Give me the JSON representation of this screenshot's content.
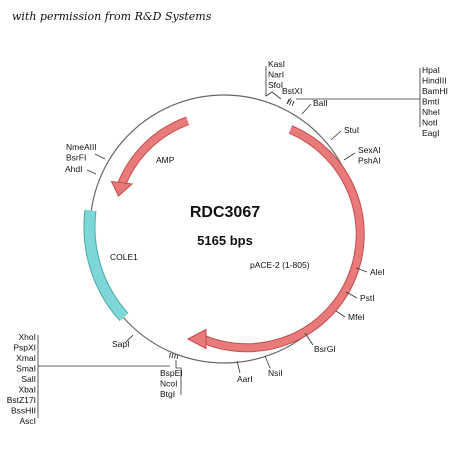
{
  "credit": "with permission from R&D Systems",
  "plasmid": {
    "name": "RDC3067",
    "size_label": "5165 bps"
  },
  "colors": {
    "promoter_arrow": "#e87a7a",
    "promoter_stroke": "#c54b4b",
    "ori": "#7fd6d6",
    "ori_stroke": "#4aa9a9",
    "backbone": "#666666"
  },
  "features": {
    "amp": "AMP",
    "cole1": "COLE1",
    "pace": "pACE-2 (1-805)"
  },
  "site_groups": [
    {
      "id": "top",
      "names": [
        "KasI",
        "NarI",
        "SfoI"
      ]
    },
    {
      "id": "bstxi",
      "names": [
        "BstXI"
      ]
    },
    {
      "id": "mcs-top",
      "names": [
        "HpaI",
        "HindIII",
        "BamHI",
        "BmtI",
        "NheI",
        "NotI",
        "EagI"
      ]
    },
    {
      "id": "ball",
      "names": [
        "BalI"
      ]
    },
    {
      "id": "stui",
      "names": [
        "StuI"
      ]
    },
    {
      "id": "sexai",
      "names": [
        "SexAI",
        "PshAI"
      ]
    },
    {
      "id": "alei",
      "names": [
        "AleI"
      ]
    },
    {
      "id": "psti",
      "names": [
        "PstI"
      ]
    },
    {
      "id": "mfei",
      "names": [
        "MfeI"
      ]
    },
    {
      "id": "bsrgi",
      "names": [
        "BsrGI"
      ]
    },
    {
      "id": "nsii",
      "names": [
        "NsiI"
      ]
    },
    {
      "id": "aari",
      "names": [
        "AarI"
      ]
    },
    {
      "id": "bottom",
      "names": [
        "BspEI",
        "NcoI",
        "BtgI"
      ]
    },
    {
      "id": "mcs-bottom",
      "names": [
        "XhoI",
        "PspXI",
        "XmaI",
        "SmaI",
        "SalI",
        "XbaI",
        "BstZ17I",
        "BssHII",
        "AscI"
      ]
    },
    {
      "id": "sapi",
      "names": [
        "SapI"
      ]
    },
    {
      "id": "nme",
      "names": [
        "NmeAIII",
        "BsrFI"
      ]
    },
    {
      "id": "ahdi",
      "names": [
        "AhdI"
      ]
    }
  ]
}
